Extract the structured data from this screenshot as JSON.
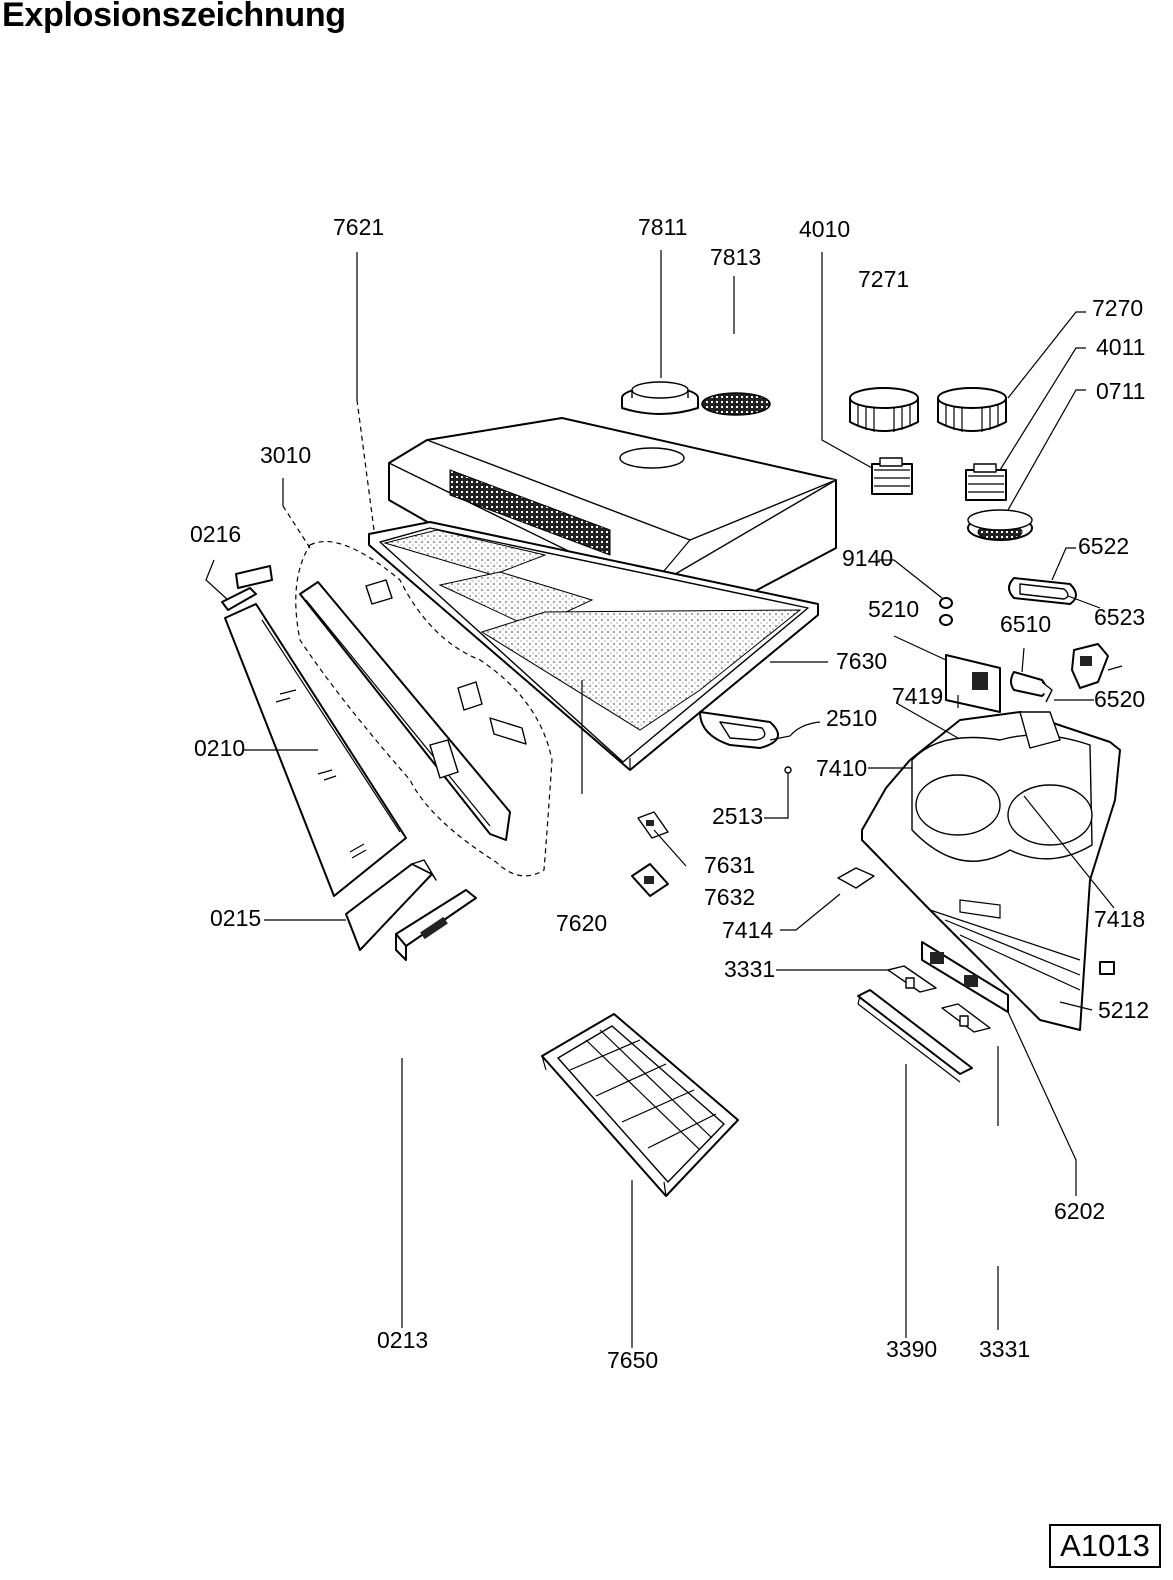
{
  "title": "Explosionszeichnung",
  "drawing_code": "A1013",
  "part_labels": [
    "7621",
    "7811",
    "7813",
    "4010",
    "7271",
    "7270",
    "4011",
    "0711",
    "3010",
    "0216",
    "9140",
    "6522",
    "5210",
    "6523",
    "6510",
    "7630",
    "6520",
    "7419",
    "2510",
    "0210",
    "7410",
    "2513",
    "7631",
    "7632",
    "7418",
    "0215",
    "7620",
    "7414",
    "3331",
    "5212",
    "6202",
    "0213",
    "7650",
    "3390",
    "3331"
  ]
}
